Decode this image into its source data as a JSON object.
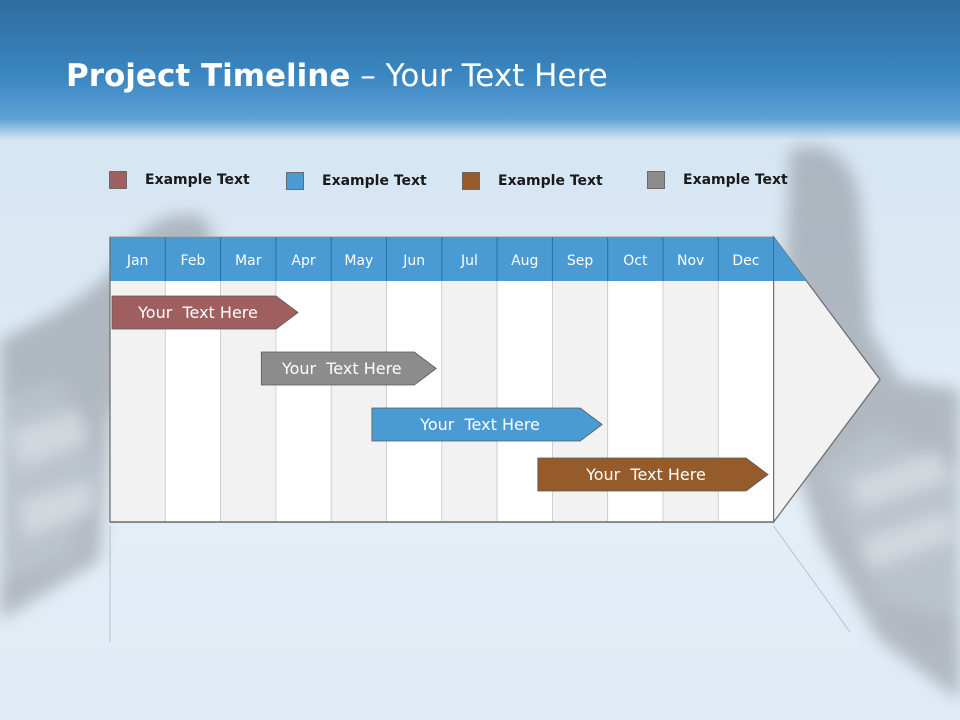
{
  "slide": {
    "title_bold": "Project Timeline",
    "title_rest": " – Your Text Here"
  },
  "legend": [
    {
      "label": "Example Text",
      "color": "#a05f5f"
    },
    {
      "label": "Example Text",
      "color": "#4a9ad4"
    },
    {
      "label": "Example Text",
      "color": "#955b2a"
    },
    {
      "label": "Example Text",
      "color": "#8c8c8c"
    }
  ],
  "timeline": {
    "months": [
      "Jan",
      "Feb",
      "Mar",
      "Apr",
      "May",
      "Jun",
      "Jul",
      "Aug",
      "Sep",
      "Oct",
      "Nov",
      "Dec"
    ],
    "header_color": "#4a9ad4",
    "bars": [
      {
        "label": "Your  Text Here",
        "color": "#a05f5f",
        "start_month": 1,
        "end_month": 4.4
      },
      {
        "label": "Your  Text Here",
        "color": "#8c8c8c",
        "start_month": 3.7,
        "end_month": 6.9
      },
      {
        "label": "Your  Text Here",
        "color": "#4a9ad4",
        "start_month": 5.7,
        "end_month": 9.9
      },
      {
        "label": "Your  Text Here",
        "color": "#955b2a",
        "start_month": 8.7,
        "end_month": 12.9
      }
    ]
  }
}
